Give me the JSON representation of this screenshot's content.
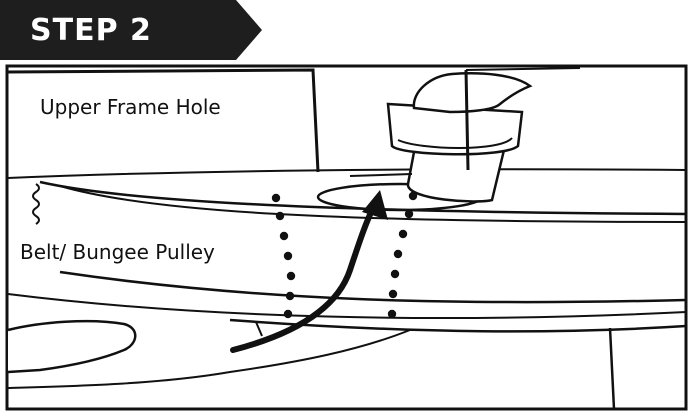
{
  "step": {
    "title": "STEP 2",
    "banner_color": "#1e1e1e",
    "text_color": "#ffffff"
  },
  "labels": {
    "upper_frame_hole": "Upper Frame Hole",
    "belt_bungee_pulley": "Belt/ Bungee Pulley"
  },
  "icons": {
    "path_indicator": "curved-arrow-icon",
    "guide": "dotted-guide-line"
  },
  "colors": {
    "line": "#111111",
    "background": "#ffffff"
  }
}
